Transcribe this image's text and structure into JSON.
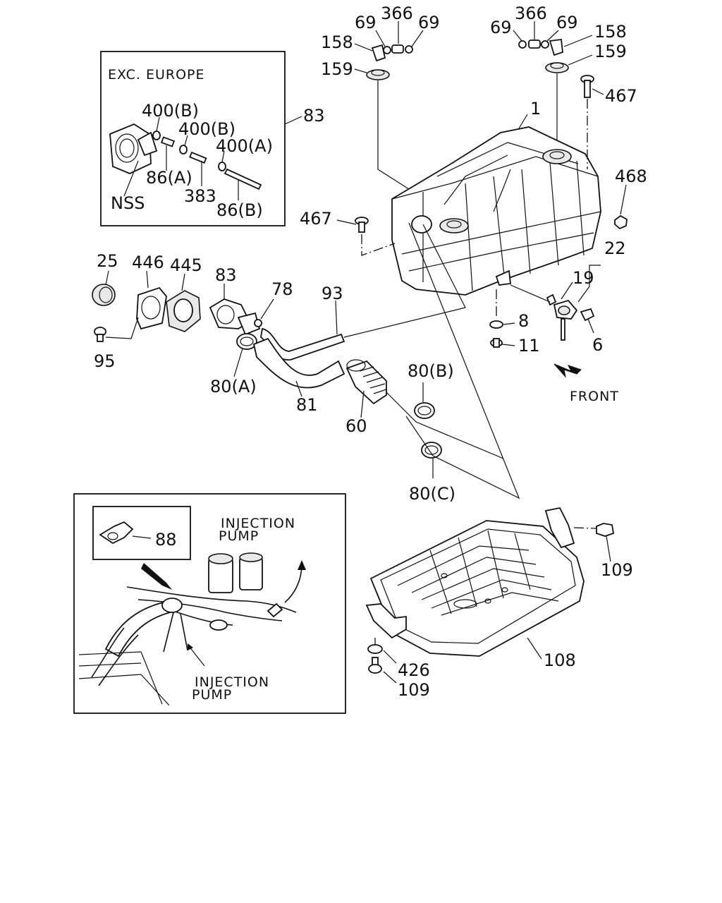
{
  "inset_exc_europe": {
    "title": "EXC. EUROPE",
    "labels": {
      "n400b_1": "400(B)",
      "n400b_2": "400(B)",
      "n400a": "400(A)",
      "n86a": "86(A)",
      "n383": "383",
      "n86b": "86(B)",
      "nss": "NSS",
      "n83": "83"
    }
  },
  "tank_labels": {
    "n69_l1": "69",
    "n366_l": "366",
    "n69_l2": "69",
    "n158_l": "158",
    "n159_l": "159",
    "n69_r1": "69",
    "n366_r": "366",
    "n69_r2": "69",
    "n158_r": "158",
    "n159_r": "159",
    "n467_top": "467",
    "n1": "1",
    "n468": "468",
    "n467_left": "467",
    "n22": "22",
    "n19": "19",
    "n8": "8",
    "n11": "11",
    "n6": "6",
    "front": "FRONT"
  },
  "filler_labels": {
    "n25": "25",
    "n446": "446",
    "n445": "445",
    "n83": "83",
    "n78": "78",
    "n93": "93",
    "n95": "95",
    "n80a": "80(A)",
    "n81": "81",
    "n60": "60",
    "n80b": "80(B)",
    "n80c": "80(C)"
  },
  "inset_injection": {
    "n88": "88",
    "pump_top_1": "INJECTION",
    "pump_top_2": "PUMP",
    "pump_bottom_1": "INJECTION",
    "pump_bottom_2": "PUMP"
  },
  "protector_labels": {
    "n109_top": "109",
    "n108": "108",
    "n426": "426",
    "n109_bottom": "109"
  }
}
